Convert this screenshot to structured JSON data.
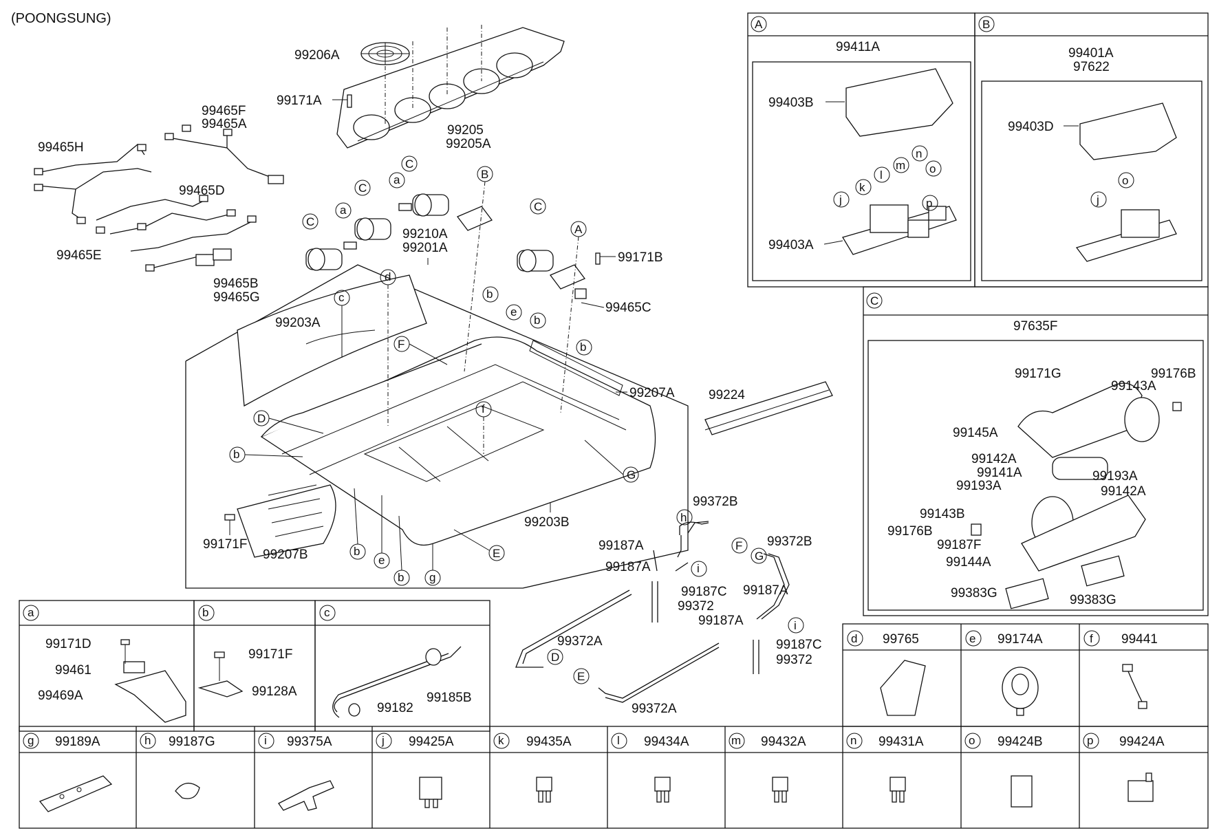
{
  "brand": "(POONGSUNG)",
  "main_labels": {
    "l99206A": "99206A",
    "l99171A": "99171A",
    "l99205": "99205",
    "l99205A": "99205A",
    "l99465F": "99465F",
    "l99465A": "99465A",
    "l99465H": "99465H",
    "l99465D": "99465D",
    "l99465E": "99465E",
    "l99465B": "99465B",
    "l99465G": "99465G",
    "l99210A": "99210A",
    "l99201A": "99201A",
    "l99171B": "99171B",
    "l99465C": "99465C",
    "l99203A": "99203A",
    "l99207A": "99207A",
    "l99224": "99224",
    "l99203B": "99203B",
    "l99171F": "99171F",
    "l99207B": "99207B",
    "l99372B1": "99372B",
    "l99372B2": "99372B",
    "l99187A1": "99187A",
    "l99187A2": "99187A",
    "l99187C1": "99187C",
    "l99372_1": "99372",
    "l99187A3": "99187A",
    "l99187A4": "99187A",
    "l99187C2": "99187C",
    "l99372_2": "99372",
    "l99372A1": "99372A",
    "l99372A2": "99372A"
  },
  "circle_letters": {
    "C": "C",
    "a": "a",
    "B": "B",
    "A": "A",
    "b": "b",
    "c": "c",
    "d": "d",
    "e": "e",
    "F": "F",
    "f": "f",
    "D": "D",
    "G": "G",
    "E": "E",
    "g": "g",
    "h": "h",
    "i": "i"
  },
  "box_A": {
    "letter": "A",
    "title": "99411A",
    "p1": "99403B",
    "p2": "99403A",
    "j": "j",
    "k": "k",
    "l": "l",
    "m": "m",
    "n": "n",
    "o": "o",
    "p": "p"
  },
  "box_B": {
    "letter": "B",
    "title1": "99401A",
    "title2": "97622",
    "p1": "99403D",
    "j": "j",
    "o": "o"
  },
  "box_C": {
    "letter": "C",
    "title": "97635F",
    "parts": [
      "99171G",
      "99176B",
      "99143A",
      "99145A",
      "99142A",
      "99141A",
      "99193A",
      "99193A",
      "99142A",
      "99143B",
      "99176B",
      "99187F",
      "99144A",
      "99383G",
      "99383G"
    ]
  },
  "box_a": {
    "letter": "a",
    "p1": "99171D",
    "p2": "99461",
    "p3": "99469A"
  },
  "box_b": {
    "letter": "b",
    "p1": "99171F",
    "p2": "99128A"
  },
  "box_c": {
    "letter": "c",
    "p1": "99182",
    "p2": "99185B"
  },
  "row1_cells": [
    {
      "letter": "d",
      "part": "99765"
    },
    {
      "letter": "e",
      "part": "99174A"
    },
    {
      "letter": "f",
      "part": "99441"
    }
  ],
  "row2_cells": [
    {
      "letter": "g",
      "part": "99189A"
    },
    {
      "letter": "h",
      "part": "99187G"
    },
    {
      "letter": "i",
      "part": "99375A"
    },
    {
      "letter": "j",
      "part": "99425A"
    },
    {
      "letter": "k",
      "part": "99435A"
    },
    {
      "letter": "l",
      "part": "99434A"
    },
    {
      "letter": "m",
      "part": "99432A"
    },
    {
      "letter": "n",
      "part": "99431A"
    },
    {
      "letter": "o",
      "part": "99424B"
    },
    {
      "letter": "p",
      "part": "99424A"
    }
  ]
}
